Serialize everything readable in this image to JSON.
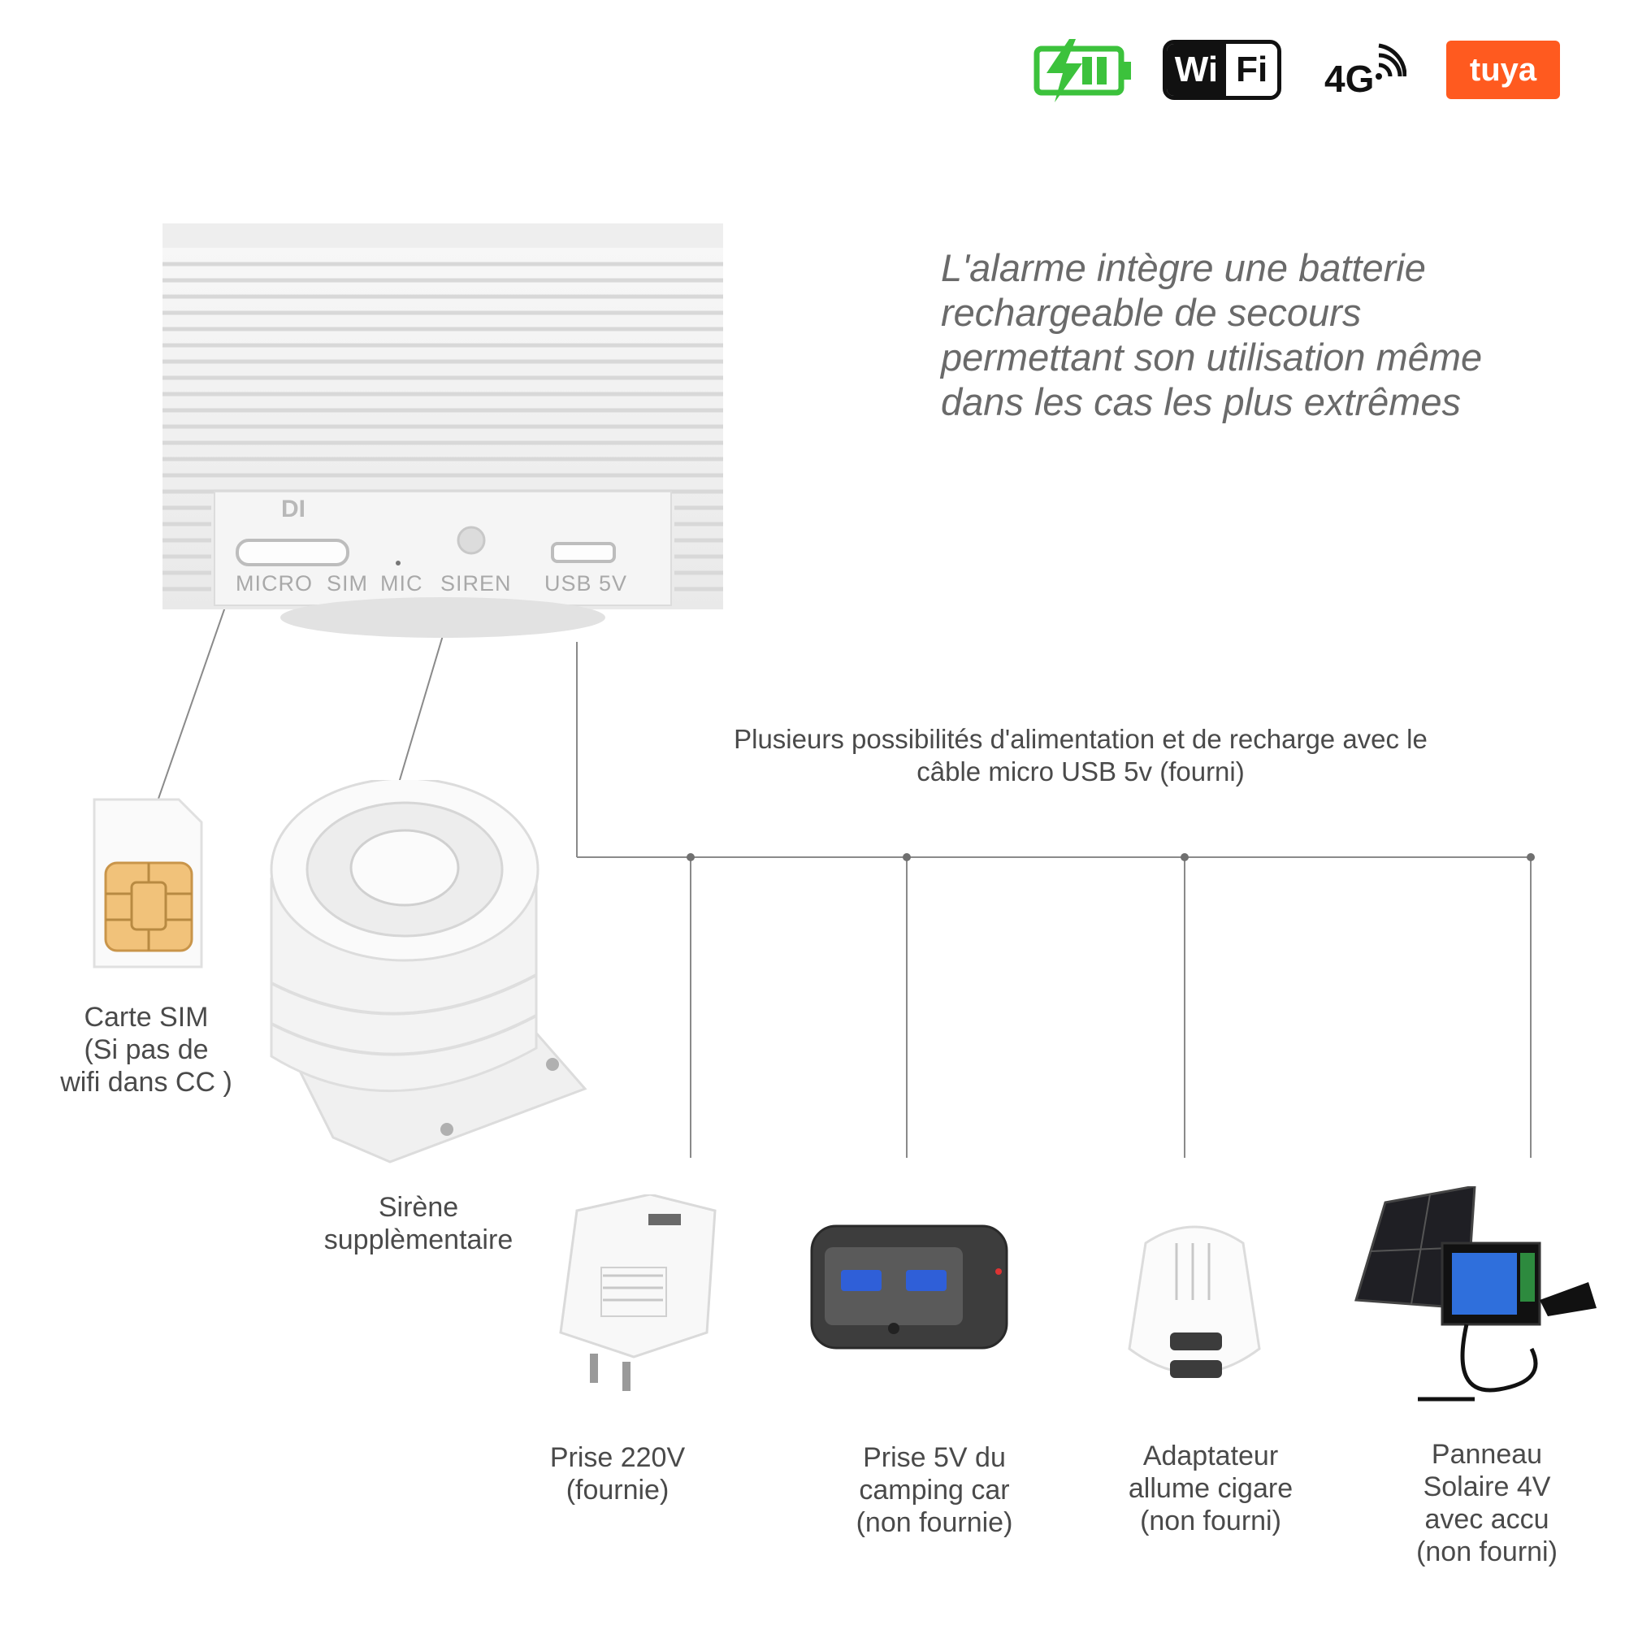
{
  "badges": {
    "battery_icon": "battery-charging-icon",
    "wifi_text_left": "Wi",
    "wifi_text_right": "Fi",
    "network_text": "4G",
    "brand_text": "tuya",
    "colors": {
      "battery": "#3cc23c",
      "wifi": "#111111",
      "brand": "#ff5a1f"
    }
  },
  "device": {
    "logo_text": "DI",
    "ports": {
      "micro_sim": "MICRO  SIM",
      "mic": "MIC",
      "siren": "SIREN",
      "usb": "USB 5V"
    }
  },
  "battery_text": "L'alarme intègre une batterie rechargeable de secours permettant son utilisation même dans les cas les plus extrêmes",
  "power_text": "Plusieurs possibilités d'alimentation et de recharge avec le câble micro USB 5v (fourni)",
  "captions": {
    "sim": "Carte SIM\n(Si pas de\nwifi dans CC )",
    "siren": "Sirène\nsupplèmentaire",
    "outlet": "Prise 220V\n(fournie)",
    "camping": "Prise 5V du\ncamping car\n(non fournie)",
    "cigarette": "Adaptateur\nallume cigare\n(non fourni)",
    "solar": "Panneau\nSolaire 4V\navec accu\n(non fourni)"
  }
}
